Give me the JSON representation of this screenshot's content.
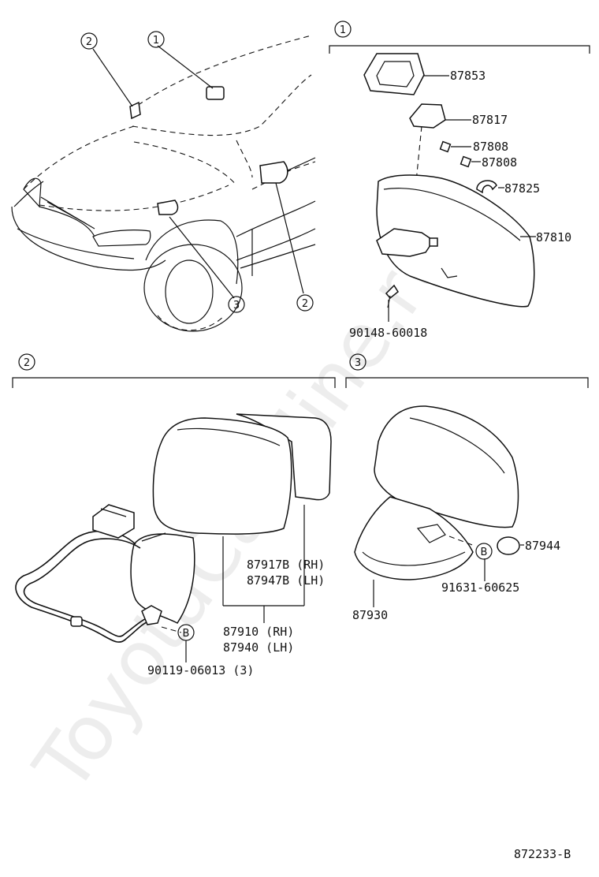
{
  "watermark": "ToyotaCarMine.ru",
  "callouts": {
    "c1": "1",
    "c2": "2",
    "c3": "3",
    "b": "B"
  },
  "parts": {
    "p87853": "87853",
    "p87817": "87817",
    "p87808a": "87808",
    "p87808b": "87808",
    "p87825": "87825",
    "p87810": "87810",
    "p90148": "90148-60018",
    "p87917b": "87917B (RH)",
    "p87947b": "87947B (LH)",
    "p87910": "87910 (RH)",
    "p87940": "87940 (LH)",
    "p90119": "90119-06013 (3)",
    "p87944": "87944",
    "p91631": "91631-60625",
    "p87930": "87930"
  },
  "diagram_id": "872233-B"
}
